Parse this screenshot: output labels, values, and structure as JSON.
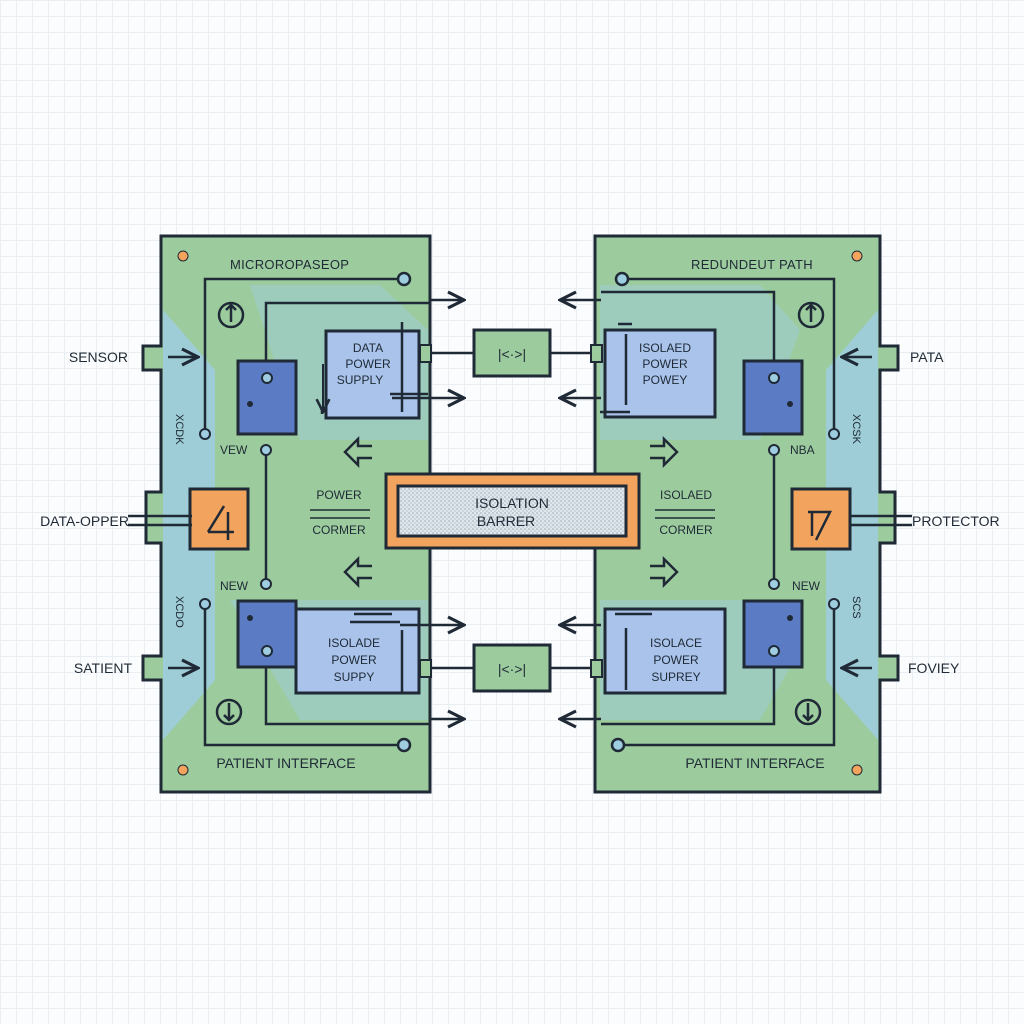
{
  "colors": {
    "board": "#9ccc9e",
    "board_glow": "#9fcde0",
    "outline": "#1f2a36",
    "module": "#a9c3ea",
    "chip": "#5b7cc4",
    "orange": "#f2a35e",
    "barrier_fill": "#c9d4dc",
    "connector": "#9ccc9e"
  },
  "left_board": {
    "title": "MICROROPASEOP",
    "upper_module": [
      "DATA",
      "POWER",
      "SUPPLY"
    ],
    "lower_module": [
      "ISOLADE",
      "POWER",
      "SUPPY"
    ],
    "center_label_top": "POWER",
    "center_label_bottom": "CORMER",
    "tag_upper": "VEW",
    "tag_lower": "NEW",
    "side_text_upper": "XCDK",
    "side_text_lower": "XCDO",
    "footer": "PATIENT INTERFACE"
  },
  "right_board": {
    "title": "REDUNDEUT PATH",
    "upper_module": [
      "ISOLAED",
      "POWER",
      "POWEY"
    ],
    "lower_module": [
      "ISOLACE",
      "POWER",
      "SUPREY"
    ],
    "center_label_top": "ISOLAED",
    "center_label_bottom": "CORMER",
    "tag_upper": "NBA",
    "tag_lower": "NEW",
    "side_text_upper": "XCSK",
    "side_text_lower": "SCS",
    "footer": "PATIENT INTERFACE"
  },
  "barrier": {
    "line1": "ISOLATION",
    "line2": "BARRER"
  },
  "connector_label": "|<·>|",
  "external": {
    "left_top": "SENSOR",
    "left_mid": "DATA-OPPER",
    "left_bottom": "SATIENT",
    "right_top": "PATA",
    "right_mid": "PROTECTOR",
    "right_bottom": "FOVIEY"
  },
  "icons": {
    "power": "power-icon",
    "switch": "switch-icon",
    "arrow": "arrow-icon"
  }
}
